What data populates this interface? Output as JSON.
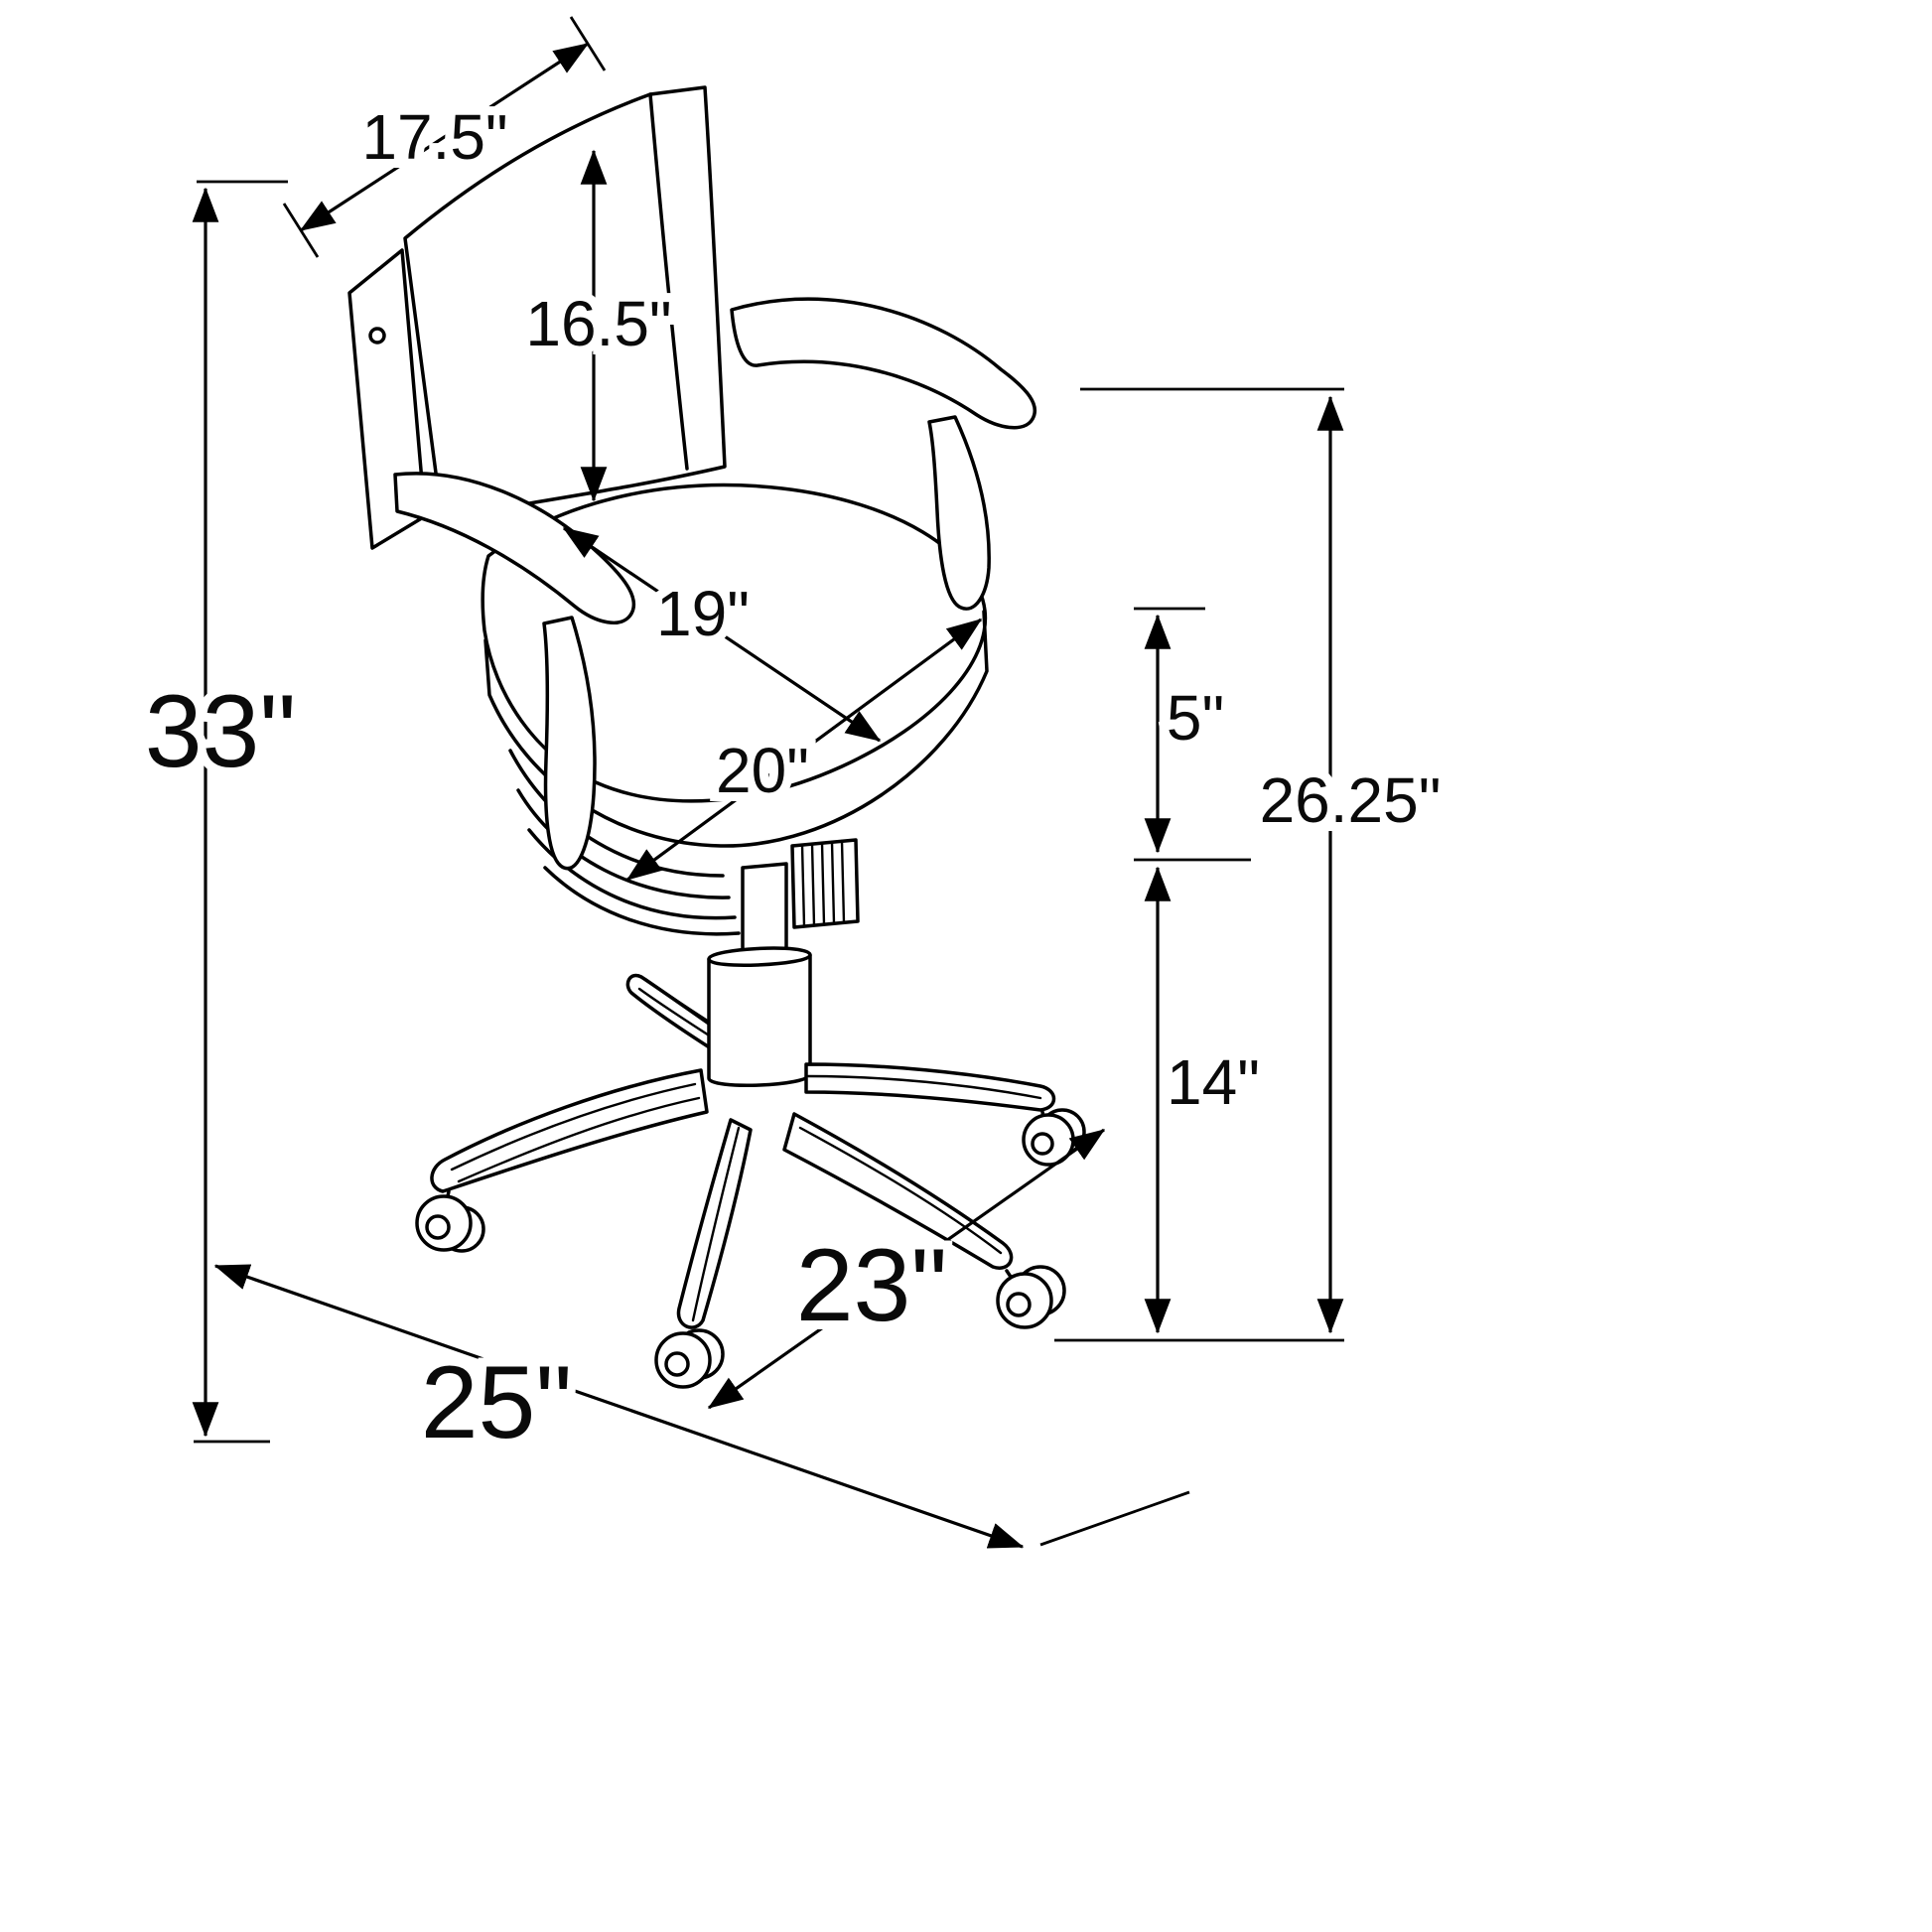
{
  "diagram": {
    "type": "product-dimension-line-drawing",
    "subject": "swivel office / game chair with arms and casters",
    "colors": {
      "line": "#000000",
      "background": "#ffffff",
      "text": "#0a0a0a"
    },
    "labels": {
      "back_width": "17.5\"",
      "back_height": "16.5\"",
      "seat_depth": "19\"",
      "seat_width": "20\"",
      "overall_height": "33\"",
      "seat_thickness": "5\"",
      "arm_height": "26.25\"",
      "seat_clearance": "14\"",
      "base_diagonal": "23\"",
      "base_width": "25\""
    }
  }
}
